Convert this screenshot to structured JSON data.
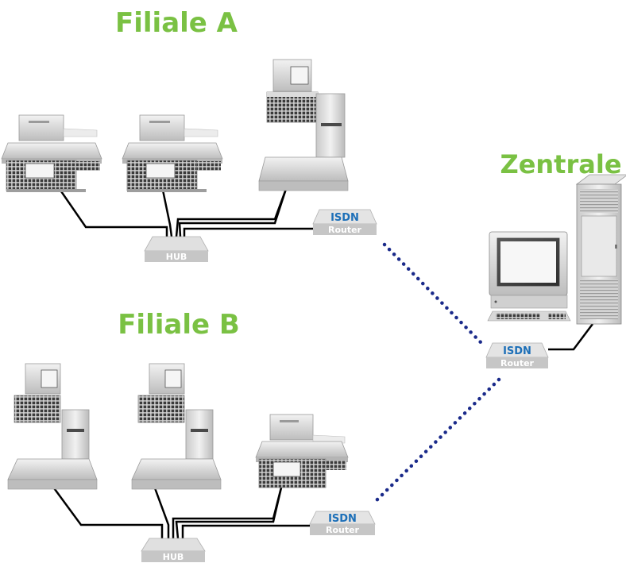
{
  "headings": {
    "branch_a": "Filiale A",
    "branch_b": "Filiale B",
    "headquarters": "Zentrale"
  },
  "devices": {
    "hub_label": "HUB",
    "router_line1": "ISDN",
    "router_line2": "Router"
  },
  "colors": {
    "heading": "#7ac143",
    "isdn_text": "#1c6fb8",
    "router_label_text": "#ffffff",
    "device_box": "#c8c8c8",
    "device_box_dark": "#a9a9a9",
    "cable": "#000000",
    "isdn_link": "#1a2a8a",
    "scale_metal": "#d9d9d9"
  }
}
